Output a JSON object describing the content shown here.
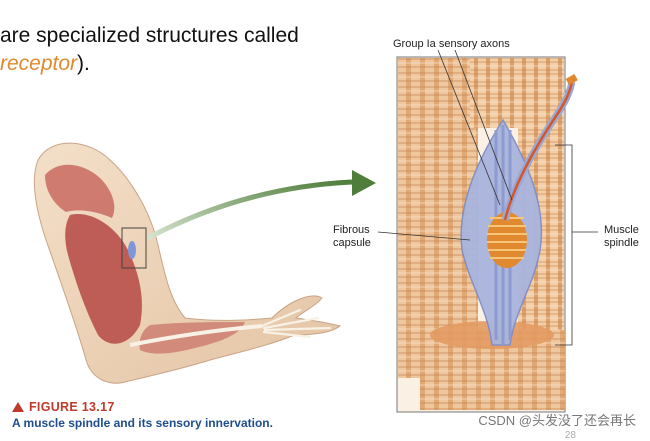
{
  "slide_text": {
    "line1": "are specialized structures called",
    "line2_italic": "receptor",
    "line2_end": ")."
  },
  "figure": {
    "number": "FIGURE 13.17",
    "caption": "A muscle spindle and its sensory innervation."
  },
  "labels": {
    "axons": "Group Ia sensory axons",
    "fibrous_line1": "Fibrous",
    "fibrous_line2": "capsule",
    "spindle_line1": "Muscle",
    "spindle_line2": "spindle"
  },
  "watermark": "CSDN @头发没了还会再长",
  "page_number": "28",
  "colors": {
    "muscle": "#e8b58a",
    "muscle_stripe": "#c98a55",
    "capsule": "#9aa8d4",
    "arrow": "#5f8a4a",
    "accent": "#e08a2e",
    "figure_red": "#c0392b",
    "caption_blue": "#1f4e8c"
  }
}
